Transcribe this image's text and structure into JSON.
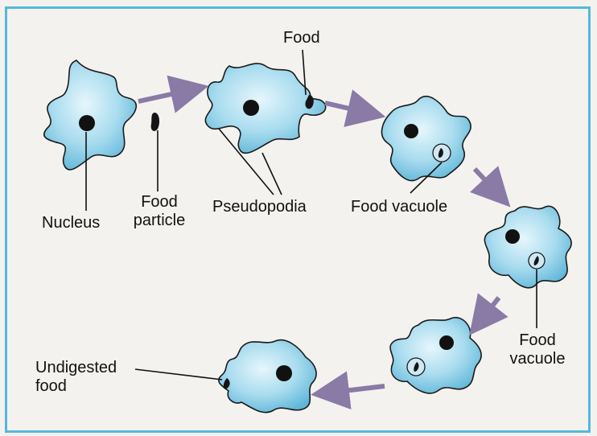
{
  "labels": {
    "nucleus": "Nucleus",
    "food_particle_line1": "Food",
    "food_particle_line2": "particle",
    "food_top": "Food",
    "pseudopodia": "Pseudopodia",
    "food_vacuole_1": "Food vacuole",
    "food_vacuole_2_line1": "Food",
    "food_vacuole_2_line2": "vacuole",
    "undigested_line1": "Undigested",
    "undigested_line2": "food"
  },
  "colors": {
    "frame_border": "#55b8dc",
    "cell_fill": "#8ccde6",
    "cell_outline": "#1a1a1a",
    "nucleus": "#111111",
    "arrow": "#8a7aa6"
  }
}
